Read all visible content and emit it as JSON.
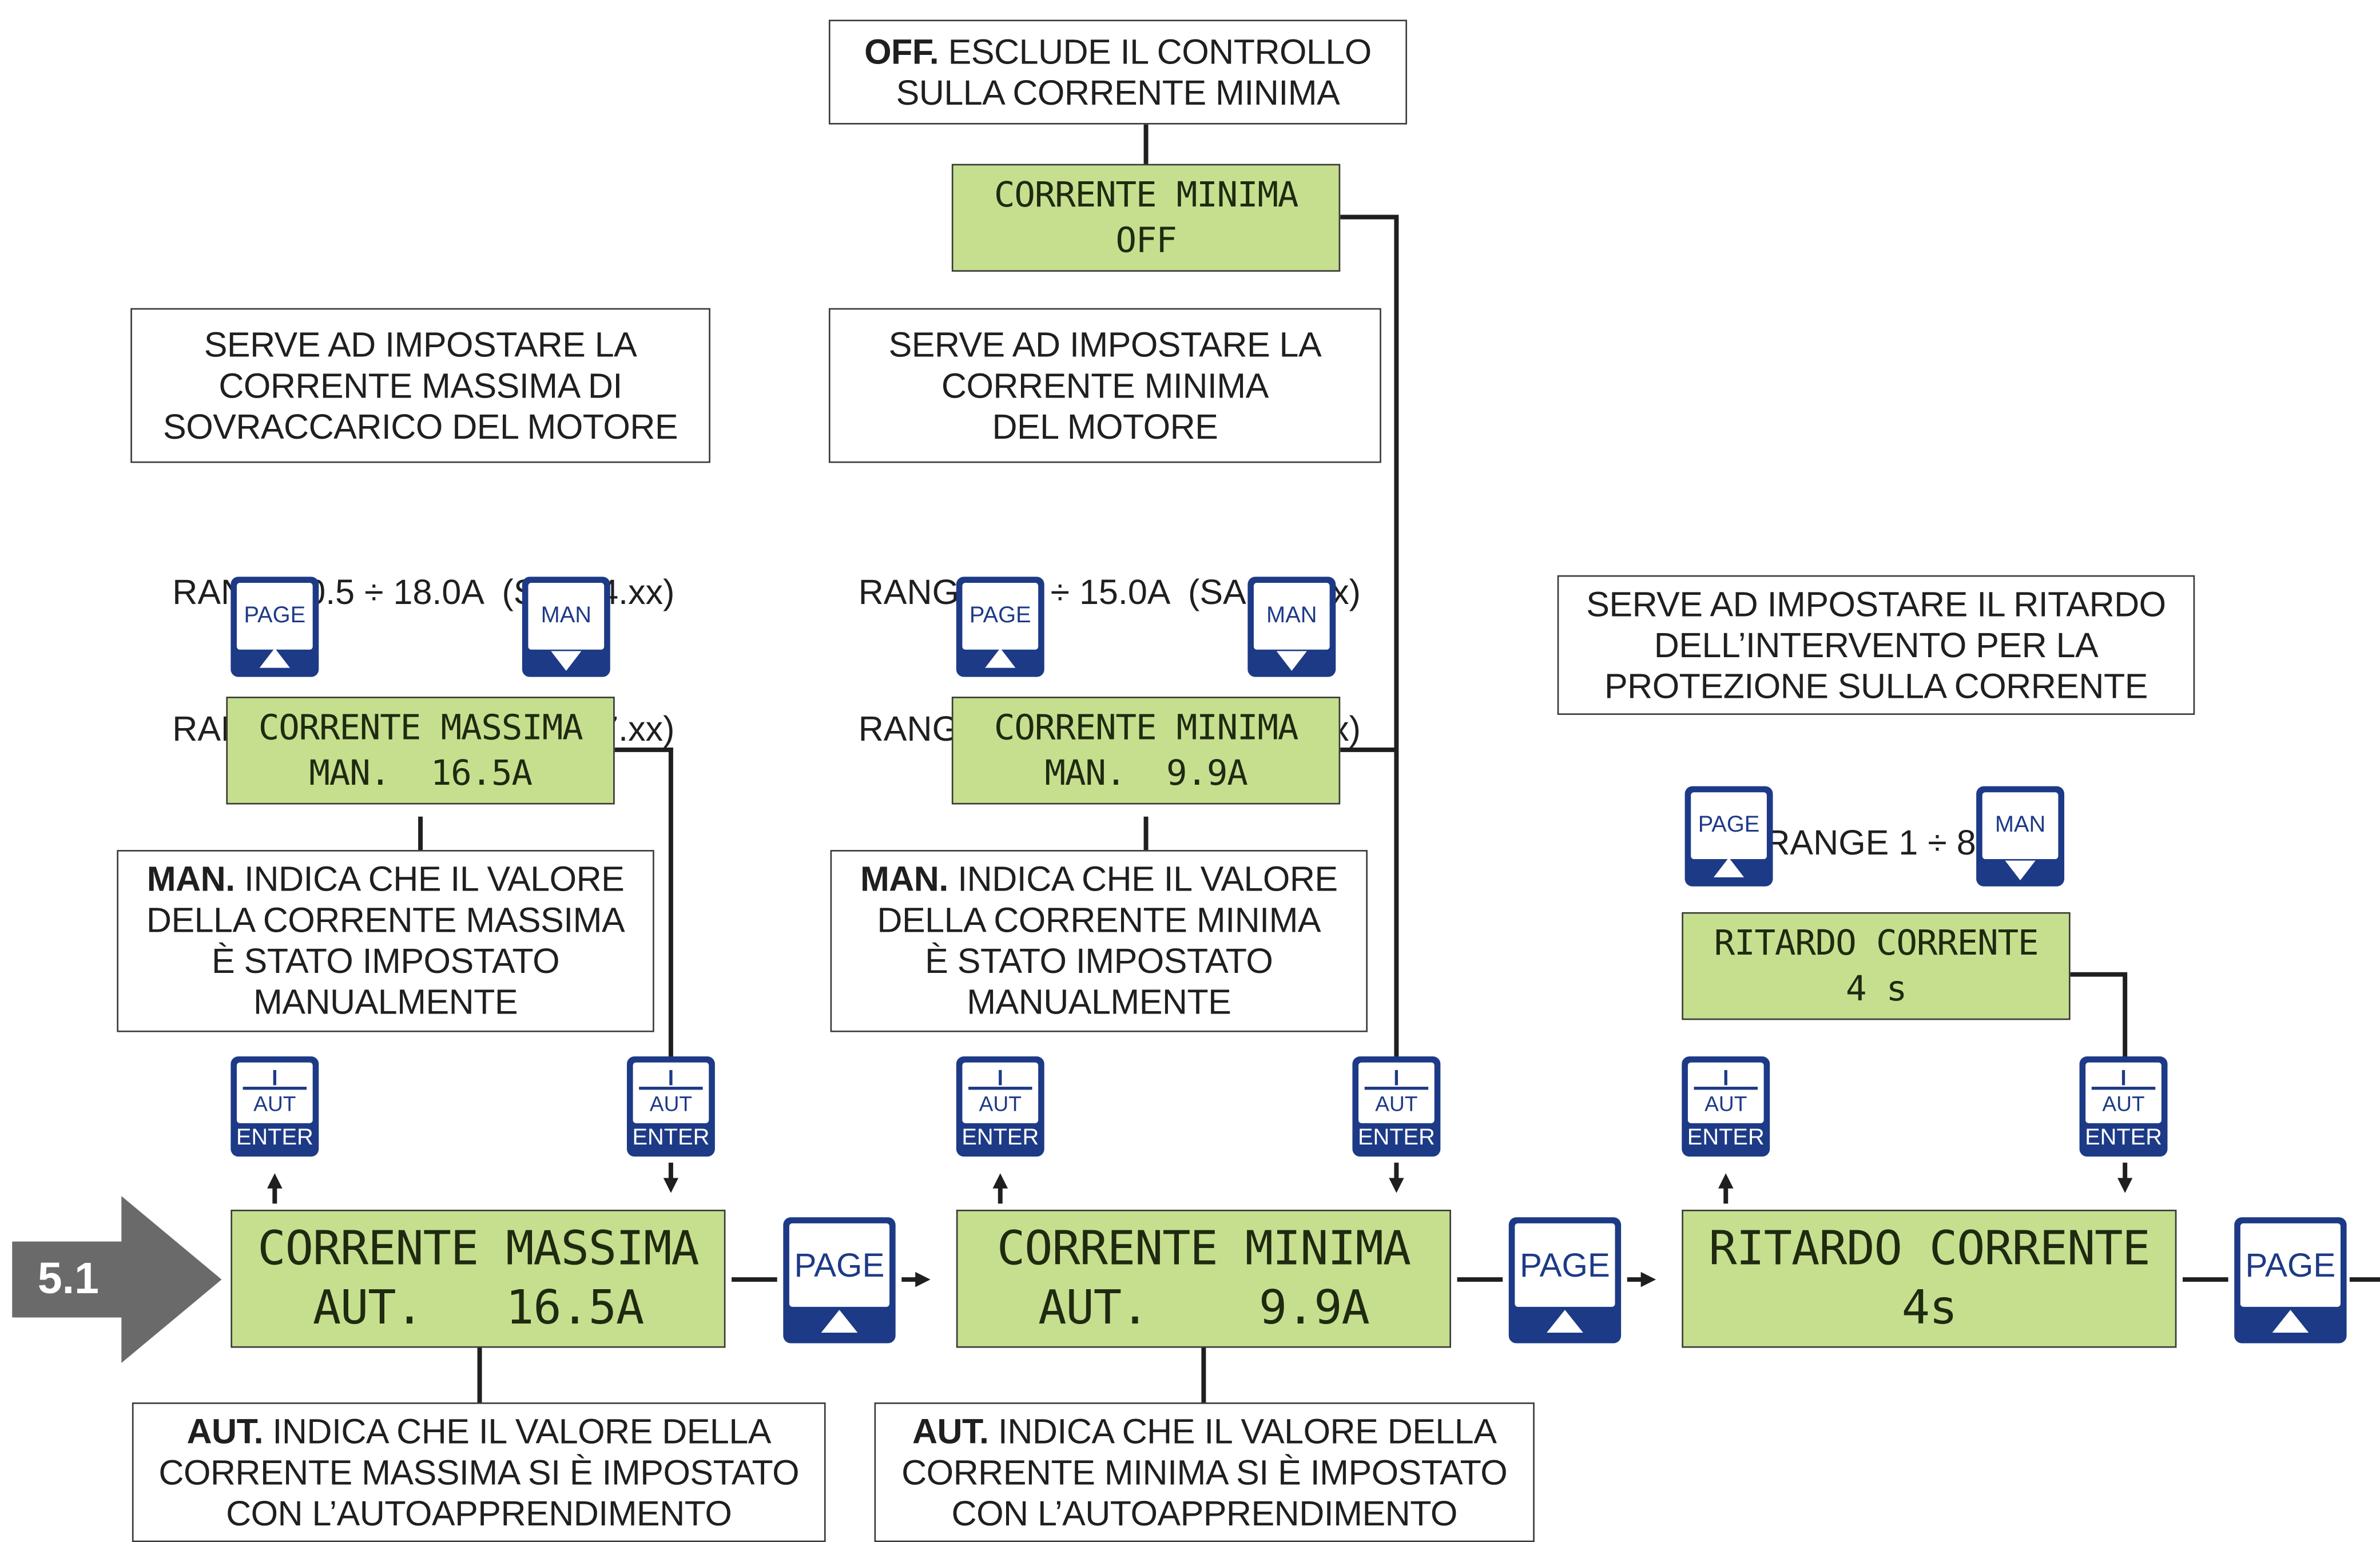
{
  "step": "5.1",
  "notes": {
    "off_note": [
      "OFF.",
      " ESCLUDE IL CONTROLLO",
      "SULLA CORRENTE MINIMA"
    ],
    "max_desc": [
      "SERVE AD IMPOSTARE LA",
      "CORRENTE MASSIMA DI",
      "SOVRACCARICO DEL MOTORE"
    ],
    "min_desc": [
      "SERVE AD IMPOSTARE LA",
      "CORRENTE MINIMA",
      "DEL MOTORE"
    ],
    "delay_desc": [
      "SERVE AD IMPOSTARE IL RITARDO",
      "DELL’INTERVENTO  PER LA",
      "PROTEZIONE SULLA CORRENTE"
    ],
    "man_max": [
      "MAN.",
      " INDICA CHE IL VALORE",
      "DELLA CORRENTE MASSIMA",
      "È  STATO  IMPOSTATO",
      "MANUALMENTE"
    ],
    "man_min": [
      "MAN.",
      " INDICA CHE IL VALORE",
      "DELLA CORRENTE MINIMA",
      "È  STATO  IMPOSTATO",
      "MANUALMENTE"
    ],
    "aut_max": [
      "AUT.",
      " INDICA CHE IL VALORE DELLA",
      "CORRENTE MASSIMA SI È IMPOSTATO",
      "CON  L’AUTOAPPRENDIMENTO"
    ],
    "aut_min": [
      "AUT.",
      " INDICA CHE IL VALORE DELLA",
      "CORRENTE MINIMA SI È IMPOSTATO",
      "CON  L’AUTOAPPRENDIMENTO"
    ]
  },
  "ranges": {
    "max": [
      "RANGE 0.5 ÷ 18.0A  (SA684.xx)",
      "RANGE 0.5 ÷ 36.0A  (SA687.xx)"
    ],
    "min": [
      "RANGE 0.5 ÷ 15.0A  (SA684.xx)",
      "RANGE 0.5 ÷ 33.0A  (SA687.xx)"
    ],
    "delay": [
      "RANGE 1 ÷ 8s"
    ]
  },
  "displays": {
    "min_off": [
      "CORRENTE MINIMA",
      "OFF"
    ],
    "max_man": [
      "CORRENTE MASSIMA",
      "MAN.  16.5A"
    ],
    "min_man": [
      "CORRENTE MINIMA",
      "MAN.  9.9A"
    ],
    "delay_set": [
      "RITARDO CORRENTE",
      "4 s"
    ],
    "max_aut": [
      "CORRENTE MASSIMA",
      "AUT.   16.5A"
    ],
    "min_aut": [
      "CORRENTE MINIMA",
      "AUT.    9.9A"
    ],
    "delay_main": [
      "RITARDO CORRENTE",
      "4s"
    ]
  },
  "keys": {
    "page": "PAGE",
    "man": "MAN",
    "aut": "AUT",
    "enter": "ENTER"
  }
}
